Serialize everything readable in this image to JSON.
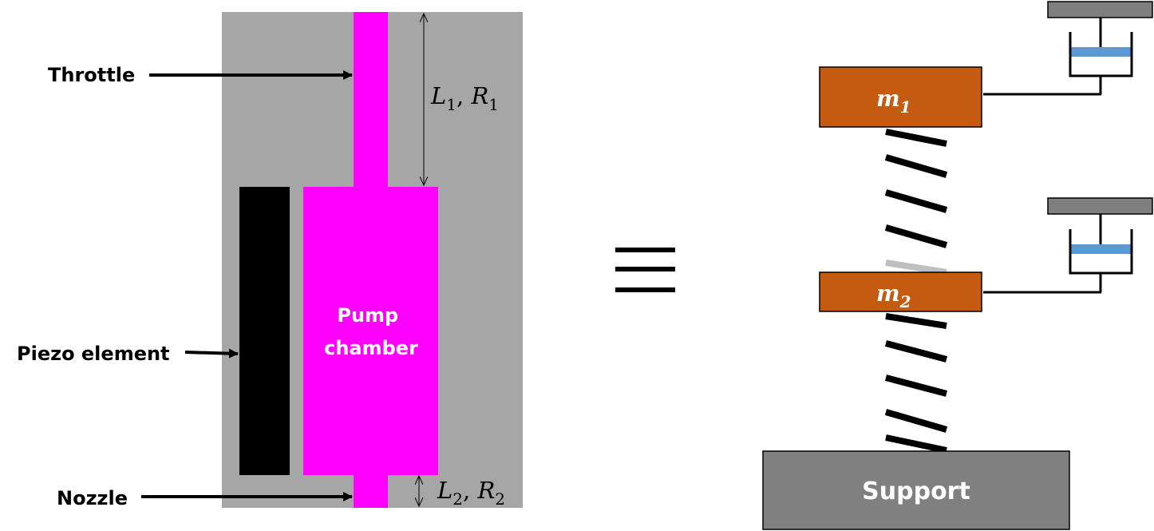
{
  "left_diagram": {
    "labels": {
      "throttle": "Throttle",
      "piezo": "Piezo element",
      "nozzle": "Nozzle",
      "pump_line1": "Pump",
      "pump_line2": "chamber"
    },
    "dimensions": {
      "d1": {
        "L": "L",
        "L_sub": "1",
        "sep": ", ",
        "R": "R",
        "R_sub": "1"
      },
      "d2": {
        "L": "L",
        "L_sub": "2",
        "sep": ", ",
        "R": "R",
        "R_sub": "2"
      }
    },
    "colors": {
      "housing": "#a6a6a6",
      "channel": "#ff00ff",
      "piezo": "#000000"
    }
  },
  "equivalence_symbol": "≡",
  "right_diagram": {
    "mass1": {
      "m": "m",
      "sub": "1"
    },
    "mass2": {
      "m": "m",
      "sub": "2"
    },
    "support": "Support",
    "colors": {
      "mass": "#c55a11",
      "support": "#808080",
      "damper_fluid": "#5b9bd5",
      "spring_back": "#bfbfbf",
      "spring_front": "#000000"
    }
  }
}
